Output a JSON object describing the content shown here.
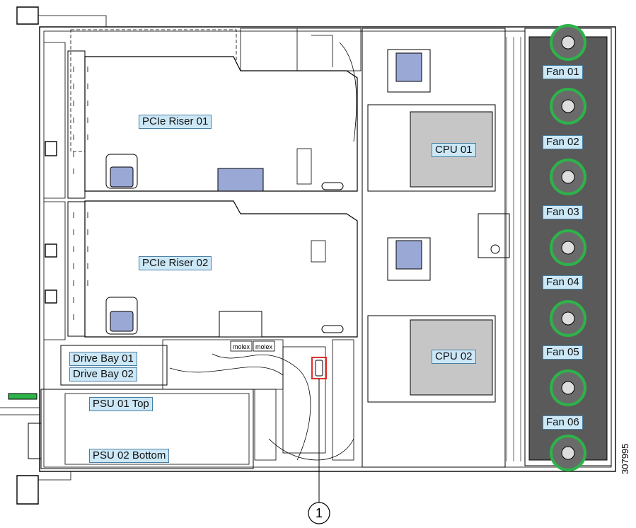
{
  "labels": {
    "riser1": "PCIe Riser 01",
    "riser2": "PCIe Riser 02",
    "cpu1": "CPU 01",
    "cpu2": "CPU 02",
    "drive_bay1": "Drive Bay 01",
    "drive_bay2": "Drive Bay 02",
    "psu1": "PSU 01 Top",
    "psu2": "PSU 02 Bottom",
    "fans": [
      "Fan 01",
      "Fan 02",
      "Fan 03",
      "Fan 04",
      "Fan 05",
      "Fan 06"
    ]
  },
  "connector_text": [
    "molex",
    "molex"
  ],
  "callout": "1",
  "figure_number": "307995",
  "colors": {
    "label_fill": "#cce8f7",
    "fan_green": "#2db34a",
    "riser_latch": "#9aa8d6",
    "cpu_fill": "#c6c6c6",
    "fan_bay_fill": "#5a5a5a",
    "highlight": "#e0302e"
  }
}
